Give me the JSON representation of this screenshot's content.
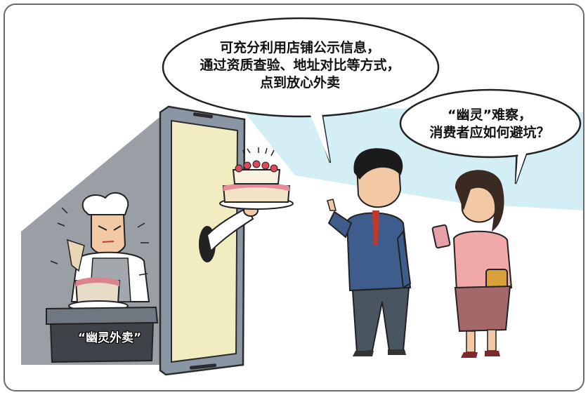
{
  "bubble_advice": {
    "lines": [
      "可充分利用店铺公示信息，",
      "通过资质查验、地址对比等方式，",
      "点到放心外卖"
    ]
  },
  "bubble_question": {
    "lines": [
      "“幽灵”难察，",
      "消费者应如何避坑？"
    ]
  },
  "stall_sign": {
    "text": "“幽灵外卖”"
  },
  "colors": {
    "sky_blue": "#d4eef6",
    "shadow_gray": "#9a9fa6",
    "phone_frame": "#8a96a4",
    "phone_screen": "#f2ecc1",
    "man_suit": "#3f5d8c",
    "woman_top": "#f0a9a8",
    "woman_skirt": "#a5686a"
  }
}
